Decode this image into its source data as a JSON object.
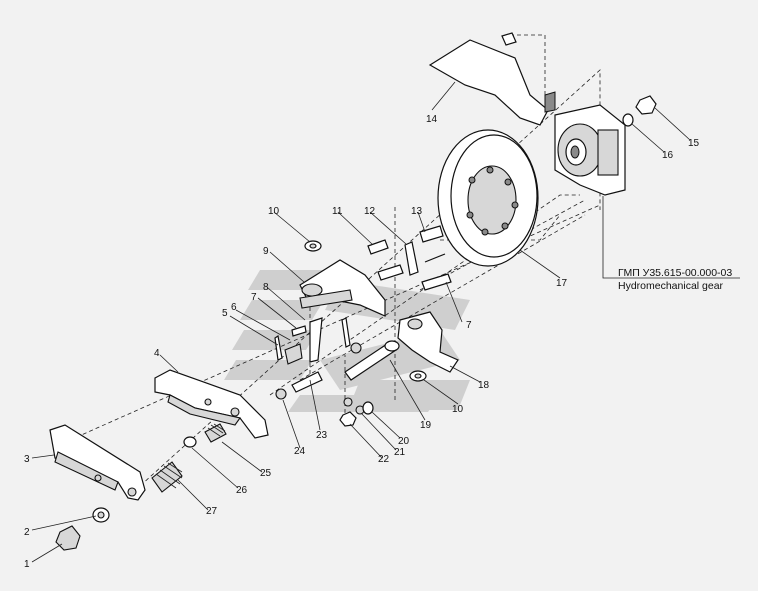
{
  "callout": {
    "code": "ГМП У35.615-00.000-03",
    "name": "Hydromechanical gear"
  },
  "labels": [
    "1",
    "2",
    "3",
    "4",
    "5",
    "6",
    "7",
    "8",
    "9",
    "10",
    "11",
    "12",
    "13",
    "14",
    "15",
    "16",
    "17",
    "18",
    "19",
    "20",
    "21",
    "22",
    "23",
    "24",
    "25",
    "26",
    "27",
    "7",
    "10"
  ],
  "colors": {
    "line": "#111111",
    "watermark": "#c9c9c9",
    "background": "#f2f2f2"
  }
}
